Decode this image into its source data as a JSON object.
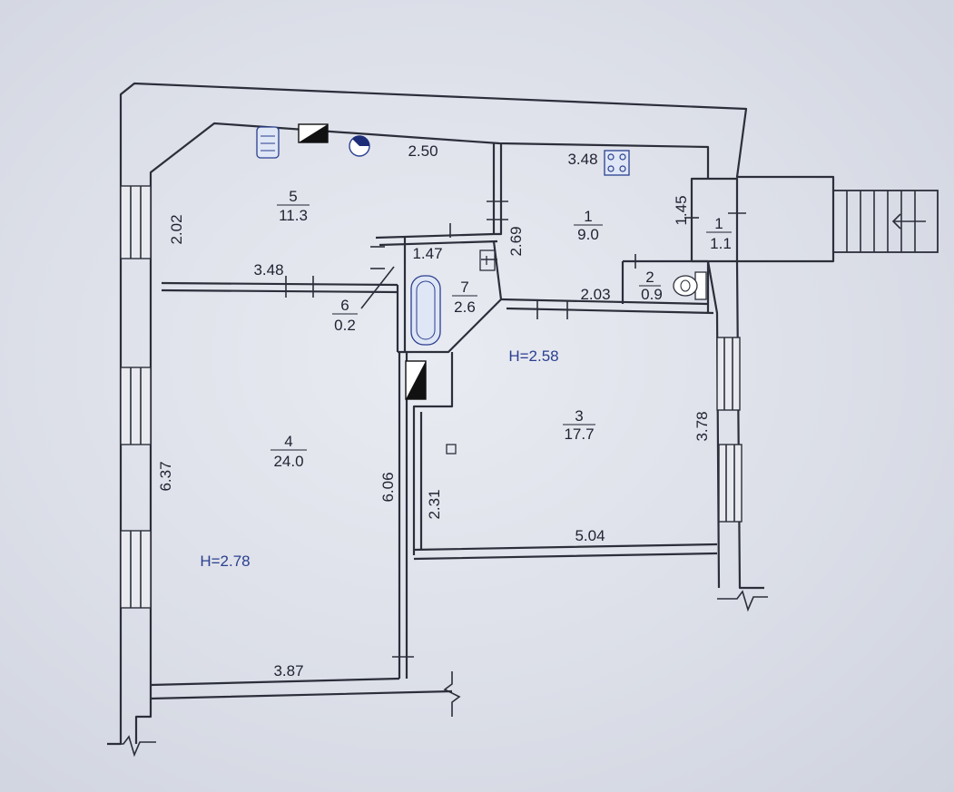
{
  "rooms": [
    {
      "number": "5",
      "area": "11.3"
    },
    {
      "number": "1",
      "area": "9.0"
    },
    {
      "number": "7",
      "area": "2.6"
    },
    {
      "number": "6",
      "area": "0.2"
    },
    {
      "number": "2",
      "area": "0.9"
    },
    {
      "number": "3",
      "area": "17.7"
    },
    {
      "number": "4",
      "area": "24.0"
    },
    {
      "number": "1",
      "area": "1.1"
    }
  ],
  "dimensions": {
    "d_2_50": "2.50",
    "d_3_48_top": "3.48",
    "d_2_02": "2.02",
    "d_3_48_mid": "3.48",
    "d_1_47": "1.47",
    "d_2_69": "2.69",
    "d_1_45": "1.45",
    "d_2_03": "2.03",
    "d_3_78": "3.78",
    "d_6_37": "6.37",
    "d_6_06": "6.06",
    "d_2_31": "2.31",
    "d_5_04": "5.04",
    "d_3_87": "3.87"
  },
  "heights": {
    "h_right": "H=2.58",
    "h_left": "H=2.78"
  },
  "colors": {
    "wall": "#2c2f3a",
    "label_blue": "#2a3f8f"
  }
}
